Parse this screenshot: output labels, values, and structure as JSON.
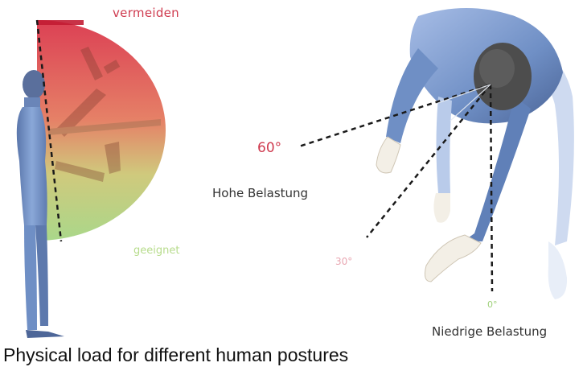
{
  "labels": {
    "avoid": "vermeiden",
    "suitable": "geeignet",
    "angle_60": "60°",
    "high_load": "Hohe Belastung",
    "angle_30": "30°",
    "angle_0": "0°",
    "low_load": "Niedrige Belastung"
  },
  "caption": "Physical load for different human postures",
  "colors": {
    "avoid": "#cf3b4f",
    "suitable": "#b7dc8c",
    "body_blue": "#7f9fcf",
    "body_shadow": "#4d6698",
    "head_dark": "#4a4a4a",
    "text_dark": "#333333"
  }
}
